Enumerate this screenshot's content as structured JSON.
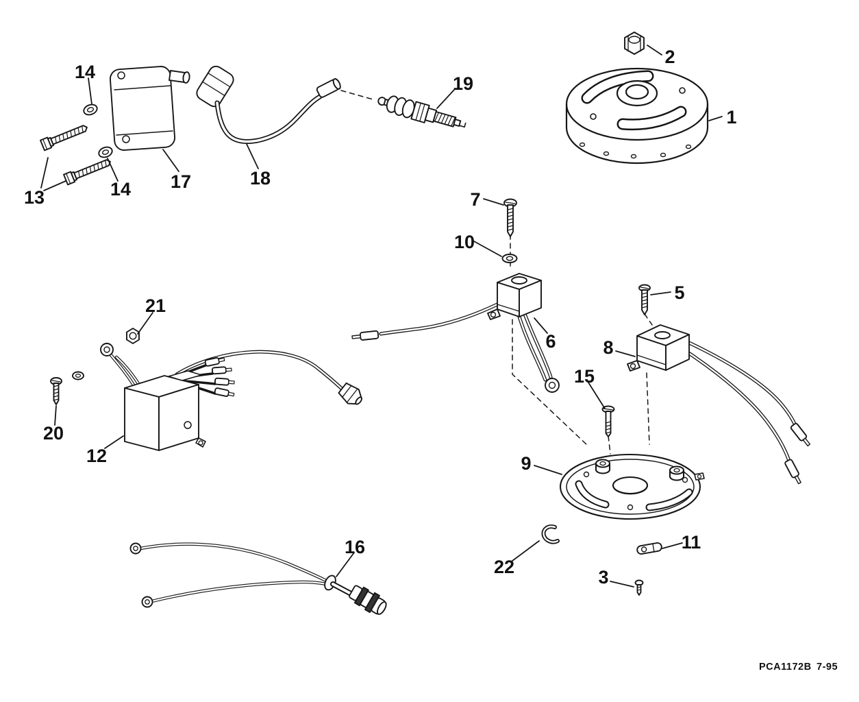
{
  "diagram": {
    "background_color": "#ffffff",
    "line_color": "#161616",
    "part_code": "PCA1172B",
    "revision": "7-95",
    "callouts": [
      {
        "label": "14"
      },
      {
        "label": "17"
      },
      {
        "label": "18"
      },
      {
        "label": "19"
      },
      {
        "label": "13"
      },
      {
        "label": "14"
      },
      {
        "label": "2"
      },
      {
        "label": "1"
      },
      {
        "label": "7"
      },
      {
        "label": "10"
      },
      {
        "label": "5"
      },
      {
        "label": "6"
      },
      {
        "label": "8"
      },
      {
        "label": "21"
      },
      {
        "label": "20"
      },
      {
        "label": "12"
      },
      {
        "label": "15"
      },
      {
        "label": "9"
      },
      {
        "label": "16"
      },
      {
        "label": "22"
      },
      {
        "label": "11"
      },
      {
        "label": "3"
      }
    ]
  }
}
